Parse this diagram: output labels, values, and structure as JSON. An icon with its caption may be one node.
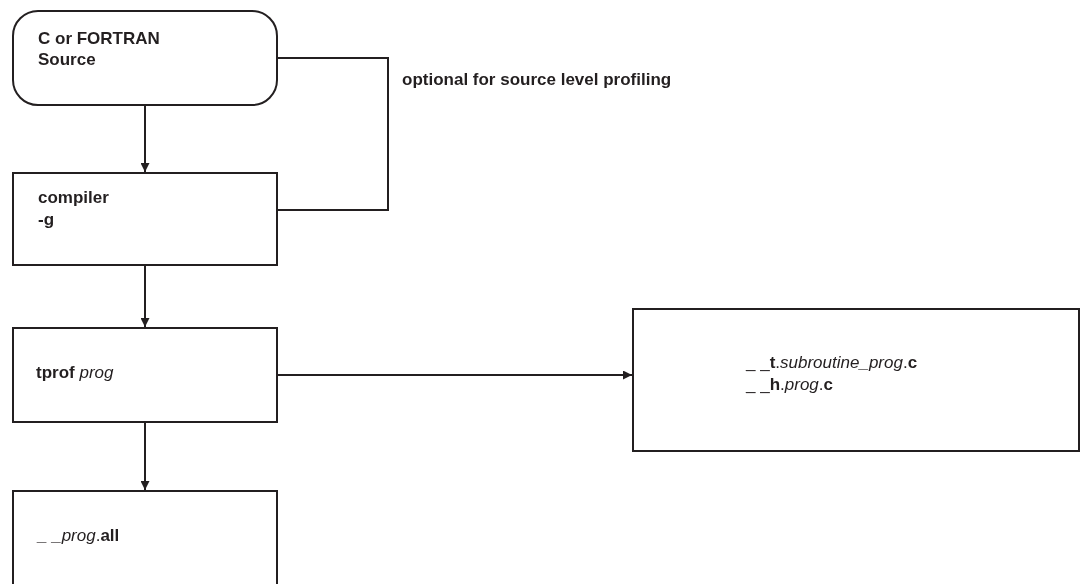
{
  "diagram": {
    "nodes": [
      {
        "text": [
          "C or FORTRAN Source"
        ]
      },
      {
        "text": [
          "compiler",
          "-g"
        ]
      },
      {
        "text": [
          "**tprof** *prog*"
        ]
      },
      {
        "text": [
          "_ _**t**.*subroutine_prog*.**c**",
          "_ _**h**.*prog*.**c**"
        ]
      },
      {
        "text": [
          "*_ _prog*.**all**"
        ]
      }
    ],
    "edges": [
      {
        "from": 0,
        "to": 1,
        "arrow": "to"
      },
      {
        "from": 0,
        "to": 1,
        "arrow": "none",
        "label": "optional for source level profiling"
      },
      {
        "from": 1,
        "to": 2,
        "arrow": "to"
      },
      {
        "from": 2,
        "to": 3,
        "arrow": "to"
      },
      {
        "from": 2,
        "to": 4,
        "arrow": "to"
      }
    ]
  }
}
